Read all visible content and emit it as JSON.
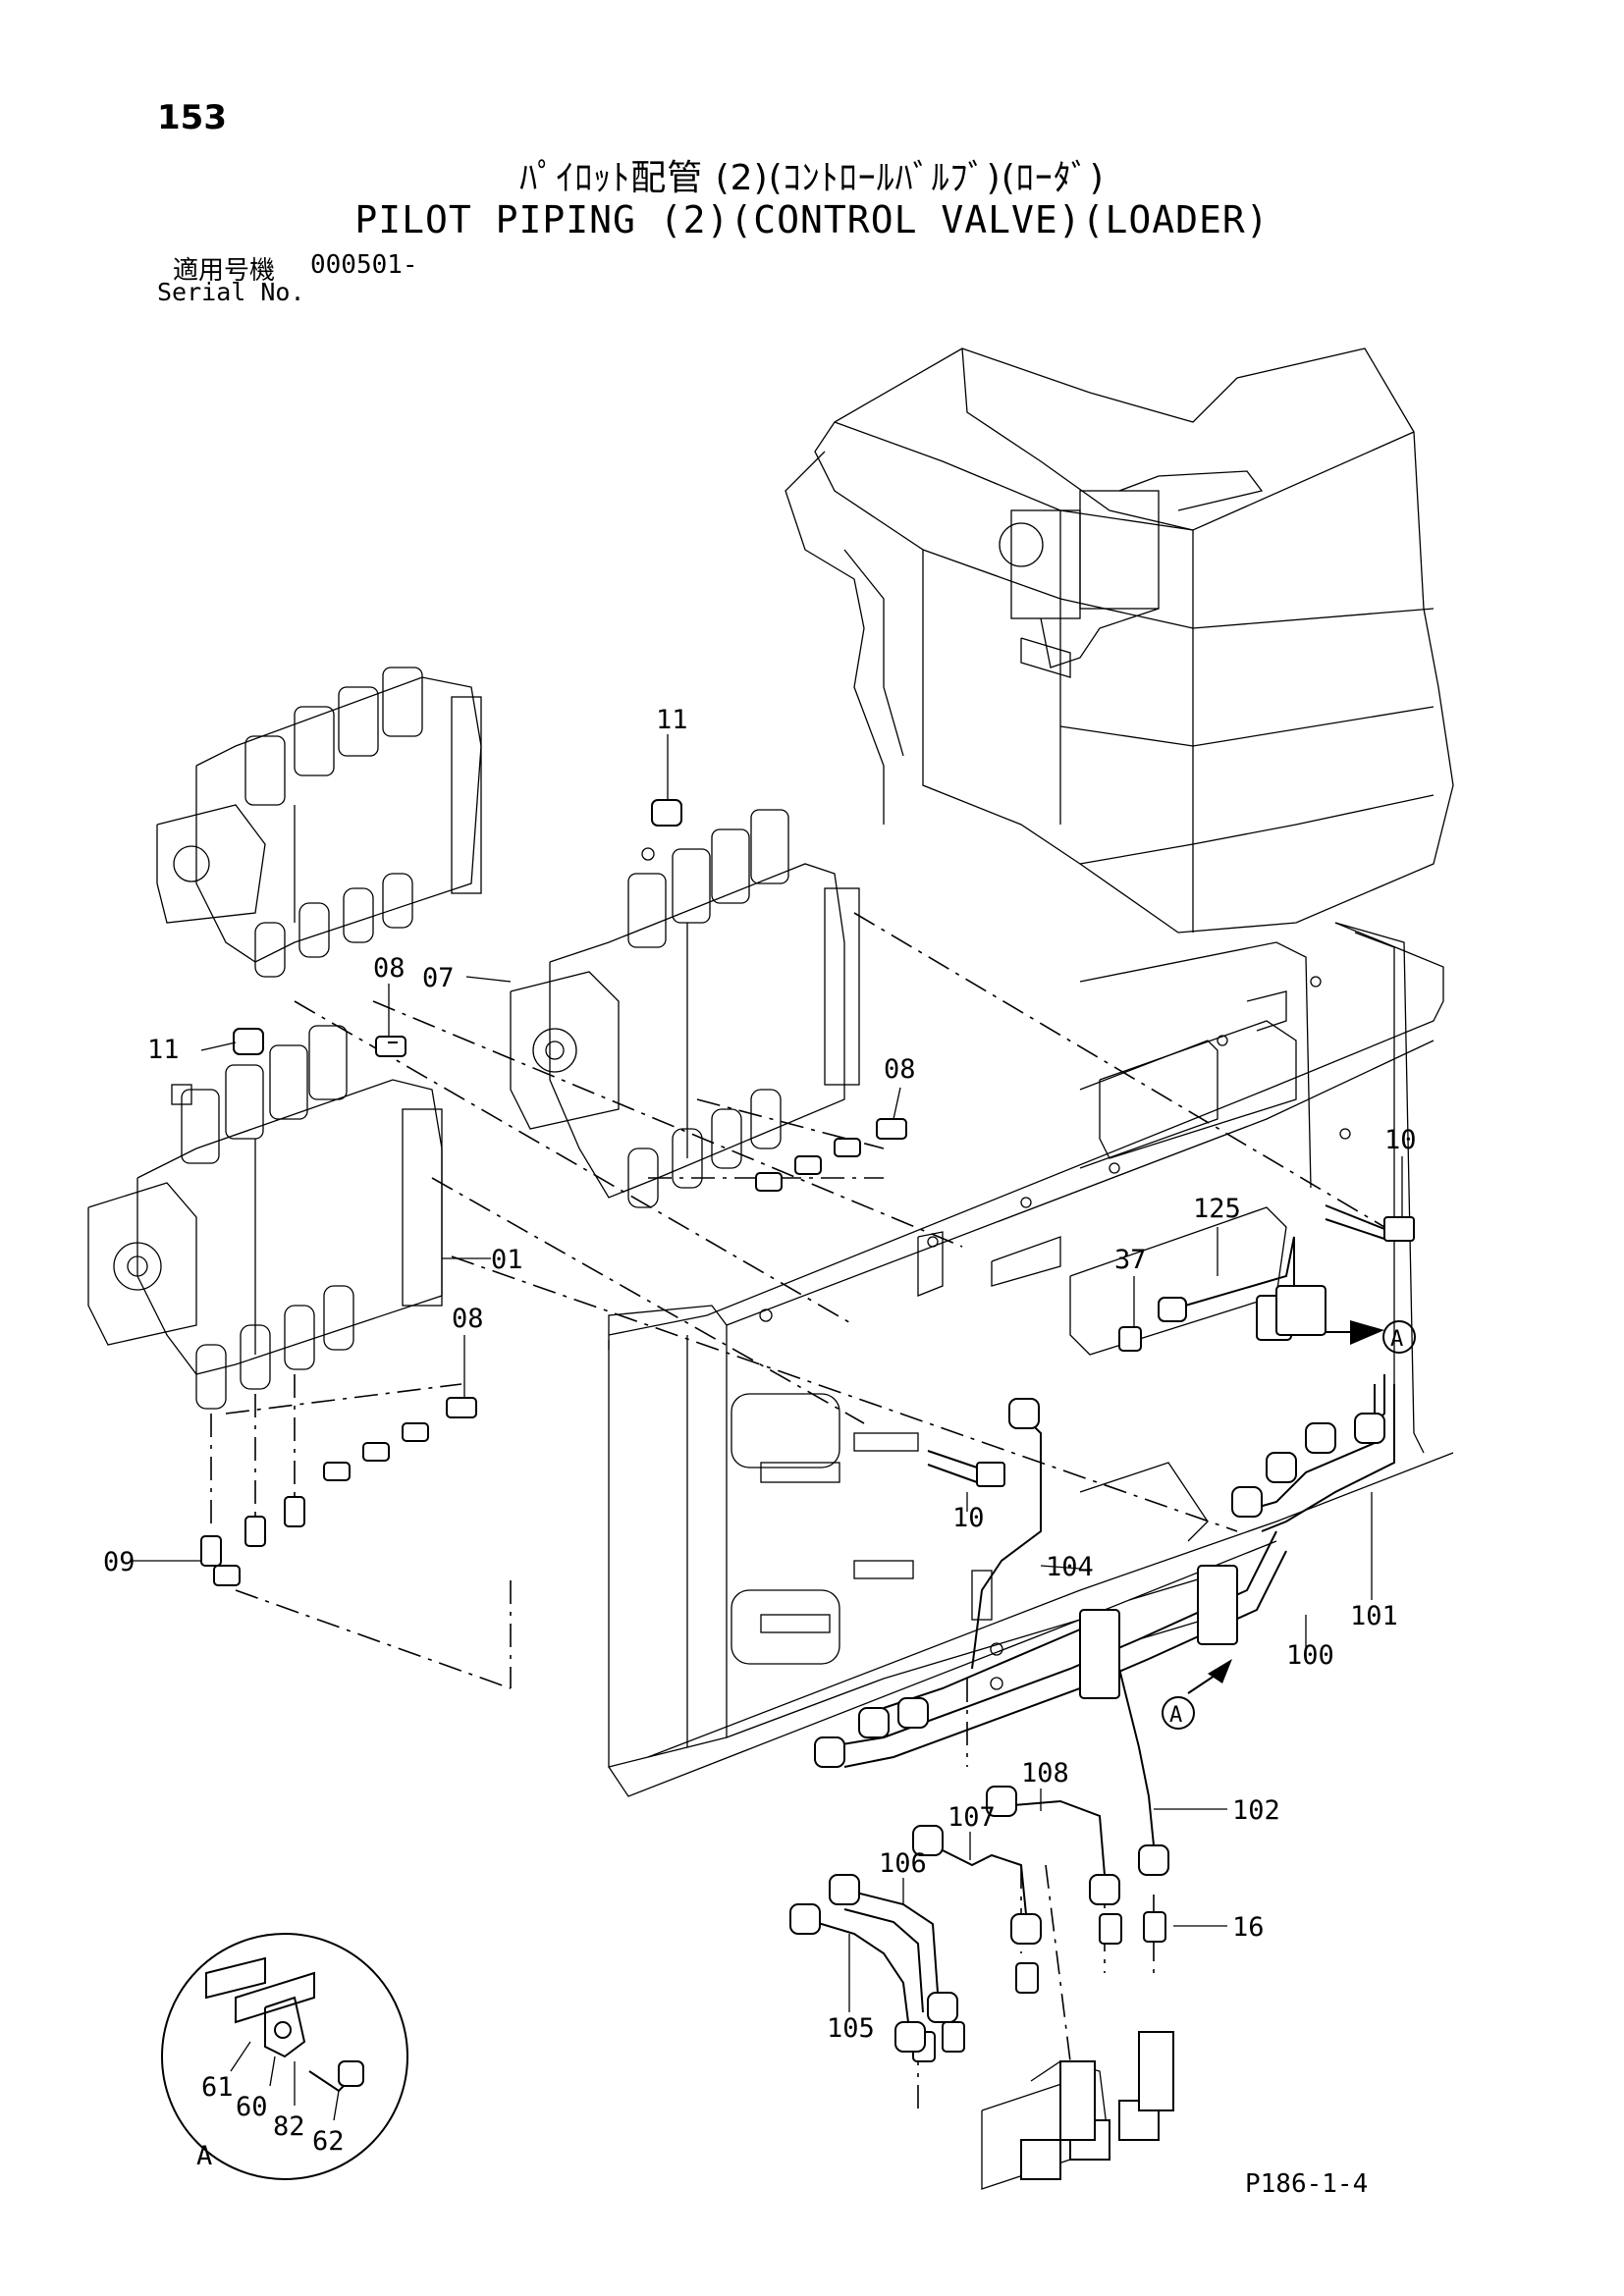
{
  "page_number": "153",
  "title_jp": "ﾊﾟｲﾛｯﾄ配管 (2)(ｺﾝﾄﾛｰﾙﾊﾞﾙﾌﾞ)(ﾛｰﾀﾞ)",
  "title_en": "PILOT PIPING (2)(CONTROL VALVE)(LOADER)",
  "serial_label_jp": "適用号機",
  "serial_value": "000501-",
  "serial_label_en": "Serial No.",
  "drawing_ref": "P186-1-4",
  "callouts": {
    "c11a": "11",
    "c11b": "11",
    "c08a": "08",
    "c08b": "08",
    "c08c": "08",
    "c07": "07",
    "c01": "01",
    "c09": "09",
    "c10a": "10",
    "c10b": "10",
    "c125": "125",
    "c37": "37",
    "c104": "104",
    "c100": "100",
    "c101": "101",
    "c102": "102",
    "c108": "108",
    "c107": "107",
    "c106": "106",
    "c105": "105",
    "c16": "16",
    "c61": "61",
    "c60": "60",
    "c82": "82",
    "c62": "62",
    "detail_a": "A",
    "viewA1": "A",
    "viewA2": "A"
  }
}
